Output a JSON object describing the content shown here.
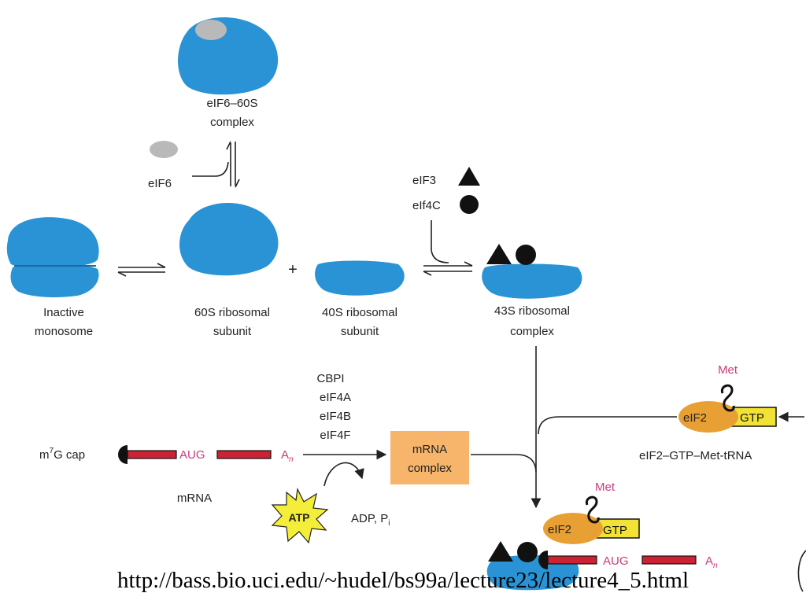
{
  "labels": {
    "eif6_60s_line1": "eIF6–60S",
    "eif6_60s_line2": "complex",
    "eif6": "eIF6",
    "eif3": "eIF3",
    "eif4c": "eIf4C",
    "plus": "+",
    "inactive_line1": "Inactive",
    "inactive_line2": "monosome",
    "s60_line1": "60S ribosomal",
    "s60_line2": "subunit",
    "s40_line1": "40S ribosomal",
    "s40_line2": "subunit",
    "s43_line1": "43S ribosomal",
    "s43_line2": "complex",
    "factors": [
      "CBPI",
      "eIF4A",
      "eIF4B",
      "eIF4F"
    ],
    "m7g_m": "m",
    "m7g_sup": "7",
    "m7g_rest": "G cap",
    "aug": "AUG",
    "an_a": "A",
    "an_n": "n",
    "mrna": "mRNA",
    "mrna_complex_line1": "mRNA",
    "mrna_complex_line2": "complex",
    "atp": "ATP",
    "adp_main": "ADP, P",
    "adp_sub": "i",
    "met": "Met",
    "eif2": "eIF2",
    "gtp": "GTP",
    "eif2_gtp_met": "eIF2–GTP–Met-tRNA"
  },
  "caption": {
    "url": "http://bass.bio.uci.edu/~hudel/bs99a/lecture23/lecture4_5.html"
  },
  "colors": {
    "ribosome": "#2a93d5",
    "eif6": "#b9b9b9",
    "mrna_bar": "#cc2233",
    "orange": "#e8a035",
    "gtp_box": "#f2e235",
    "complex_box": "#f6b56a",
    "atp_star": "#f4ee3a",
    "magenta": "#d0387a"
  }
}
